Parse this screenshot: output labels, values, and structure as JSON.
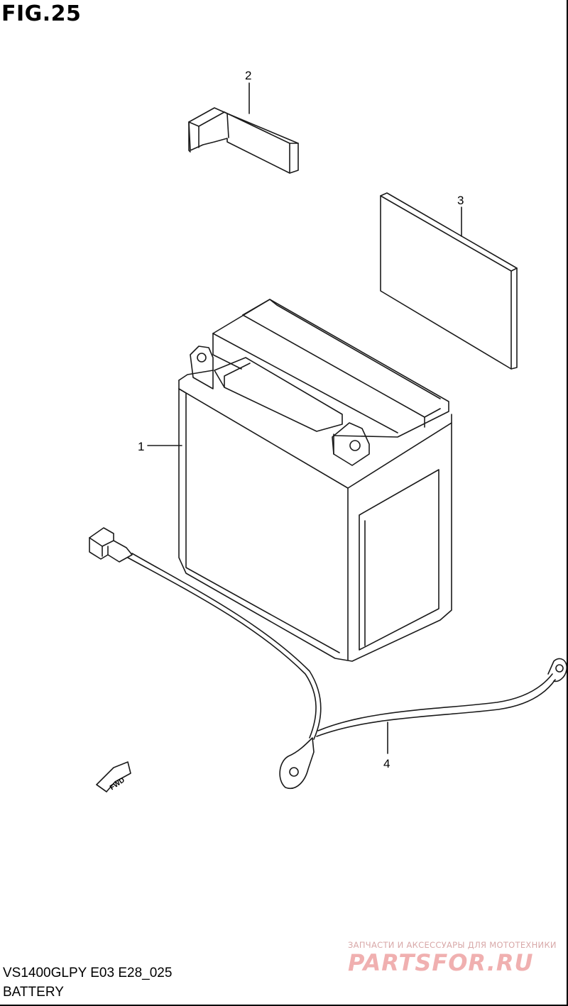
{
  "figure": {
    "title": "FIG.25",
    "model_code": "VS1400GLPY E03 E28_025",
    "name": "BATTERY"
  },
  "callouts": [
    {
      "number": "1",
      "part": "battery"
    },
    {
      "number": "2",
      "part": "bracket"
    },
    {
      "number": "3",
      "part": "plate"
    },
    {
      "number": "4",
      "part": "lead-wire"
    }
  ],
  "fwd_label": "FWD",
  "watermark": {
    "tagline": "ЗАПЧАСТИ И АКСЕССУАРЫ ДЛЯ МОТОТЕХНИКИ",
    "logo": "PARTSFOR.RU"
  },
  "colors": {
    "line": "#1a1a1a",
    "watermark": "#f0b0b0"
  }
}
